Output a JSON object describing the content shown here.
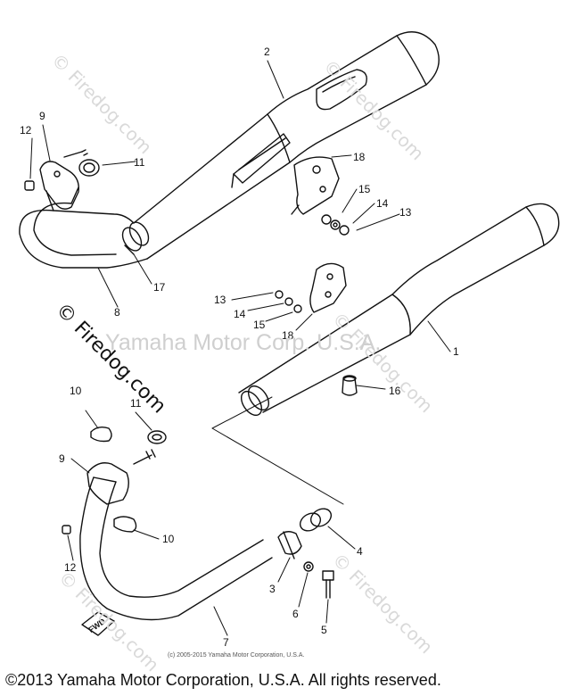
{
  "watermarks": {
    "site": "© Firedog.com",
    "center": "Yamaha Motor Corp. U.S.A."
  },
  "diagram_copyright": "(c) 2005-2015 Yamaha Motor Corporation, U.S.A.",
  "footer_copyright": "©2013 Yamaha Motor Corporation, U.S.A. All rights reserved.",
  "fwd_label": "FWD",
  "callouts": [
    "1",
    "2",
    "3",
    "4",
    "5",
    "6",
    "7",
    "8",
    "9",
    "9",
    "10",
    "10",
    "11",
    "11",
    "12",
    "12",
    "13",
    "13",
    "14",
    "14",
    "15",
    "15",
    "16",
    "17",
    "18",
    "18"
  ]
}
